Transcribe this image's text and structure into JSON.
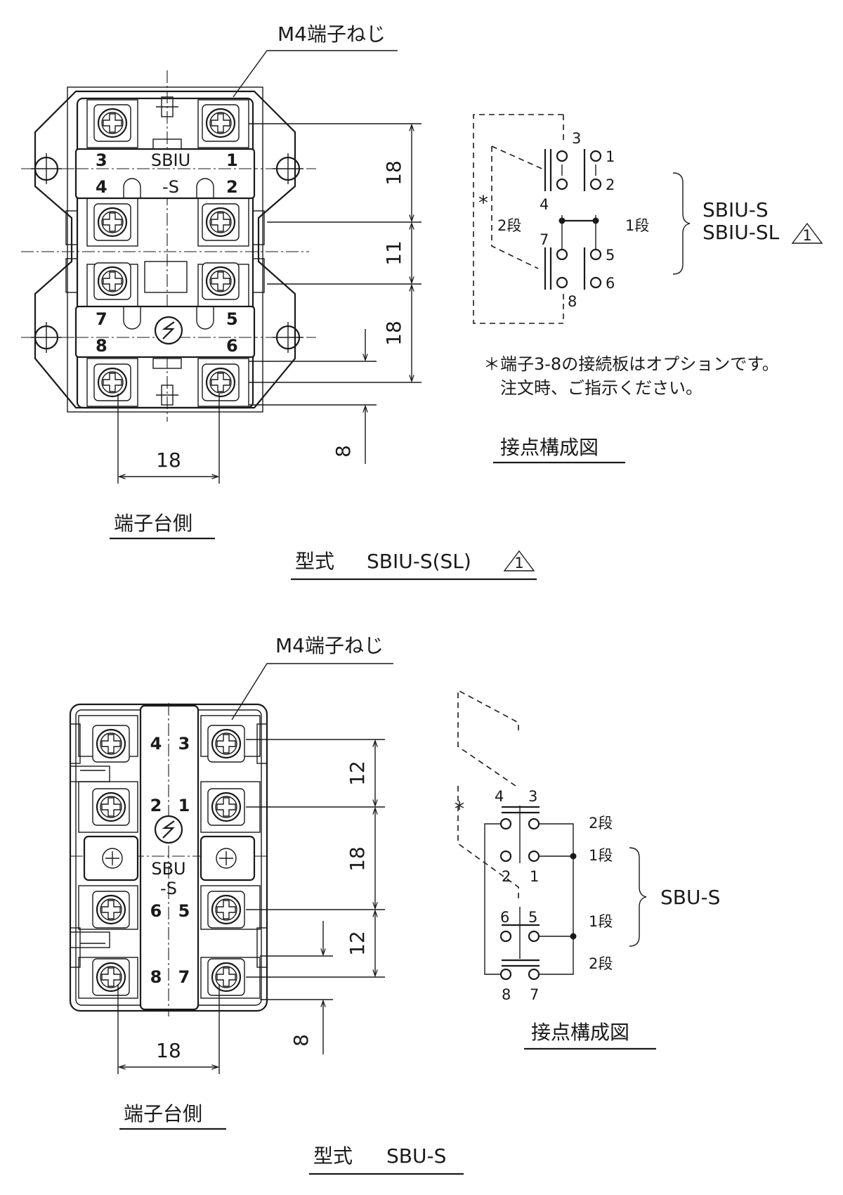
{
  "sections": [
    {
      "model_label": "型式",
      "model_name": "SBIU-S(SL)",
      "revision_mark": "1",
      "screw_note": "M4端子ねじ",
      "view_label": "端子台側",
      "body_text": [
        "SBIU",
        "-S"
      ],
      "terminals": [
        "1",
        "2",
        "3",
        "4",
        "5",
        "6",
        "7",
        "8"
      ],
      "dimensions": [
        "18",
        "11",
        "18",
        "8",
        "18"
      ],
      "contact_diagram": {
        "title": "接点構成図",
        "stage_labels": [
          "2段",
          "1段"
        ],
        "terminals": [
          "3",
          "1",
          "4",
          "2",
          "7",
          "5",
          "8",
          "6"
        ],
        "option_mark": "*",
        "model_names": [
          "SBIU-S",
          "SBIU-SL"
        ],
        "revision_mark": "1"
      },
      "note_lines": [
        "＊端子3-8の接続板はオプションです。",
        "注文時、ご指示ください。"
      ]
    },
    {
      "model_label": "型式",
      "model_name": "SBU-S",
      "screw_note": "M4端子ねじ",
      "view_label": "端子台側",
      "body_text": [
        "SBU",
        "-S"
      ],
      "terminals": [
        "4",
        "3",
        "2",
        "1",
        "6",
        "5",
        "8",
        "7"
      ],
      "dimensions": [
        "12",
        "18",
        "12",
        "8",
        "18"
      ],
      "contact_diagram": {
        "title": "接点構成図",
        "stage_labels": [
          "2段",
          "1段",
          "1段",
          "2段"
        ],
        "terminals": [
          "4",
          "3",
          "2",
          "1",
          "6",
          "5",
          "8",
          "7"
        ],
        "option_mark": "*",
        "model_names": [
          "SBU-S"
        ]
      }
    }
  ],
  "colors": {
    "ink": "#1a1a1a",
    "paper": "#ffffff"
  }
}
